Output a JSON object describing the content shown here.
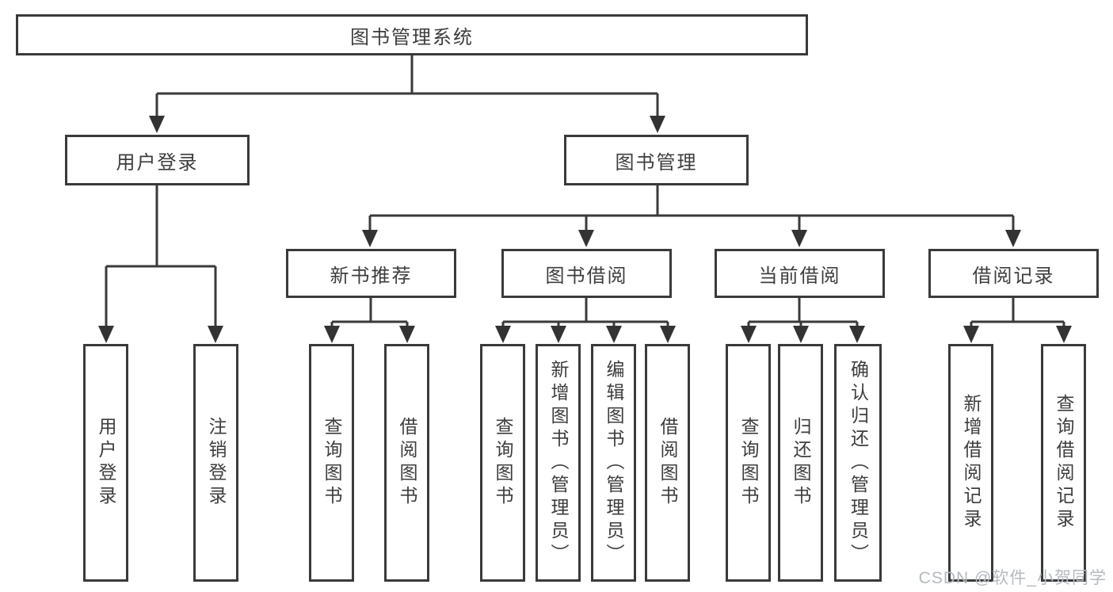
{
  "colors": {
    "line": "#3a3a3a",
    "text": "#3d3d3d",
    "box_background": "#ffffff",
    "watermark": "#b4bac0"
  },
  "root": {
    "label": "图书管理系统"
  },
  "level2": {
    "user_login": {
      "label": "用户登录"
    },
    "book_management": {
      "label": "图书管理"
    }
  },
  "level3": {
    "new_book_recommend": {
      "label": "新书推荐"
    },
    "book_borrowing": {
      "label": "图书借阅"
    },
    "current_borrowing": {
      "label": "当前借阅"
    },
    "borrowing_records": {
      "label": "借阅记录"
    }
  },
  "leaves": {
    "user_login": {
      "label": "用户登录"
    },
    "logout": {
      "label": "注销登录"
    },
    "recommend_query_books": {
      "label": "查询图书"
    },
    "recommend_borrow_books": {
      "label": "借阅图书"
    },
    "borrowing_query_books": {
      "label": "查询图书"
    },
    "borrowing_add_books": {
      "label": "新增图书（管理员）"
    },
    "borrowing_edit_books": {
      "label": "编辑图书（管理员）"
    },
    "borrowing_borrow_books": {
      "label": "借阅图书"
    },
    "current_query_books": {
      "label": "查询图书"
    },
    "current_return_books": {
      "label": "归还图书"
    },
    "current_confirm_return": {
      "label": "确认归还（管理员）"
    },
    "records_add_record": {
      "label": "新增借阅记录"
    },
    "records_query_record": {
      "label": "查询借阅记录"
    }
  },
  "watermark": {
    "text": "CSDN @软件_小贺同学"
  }
}
